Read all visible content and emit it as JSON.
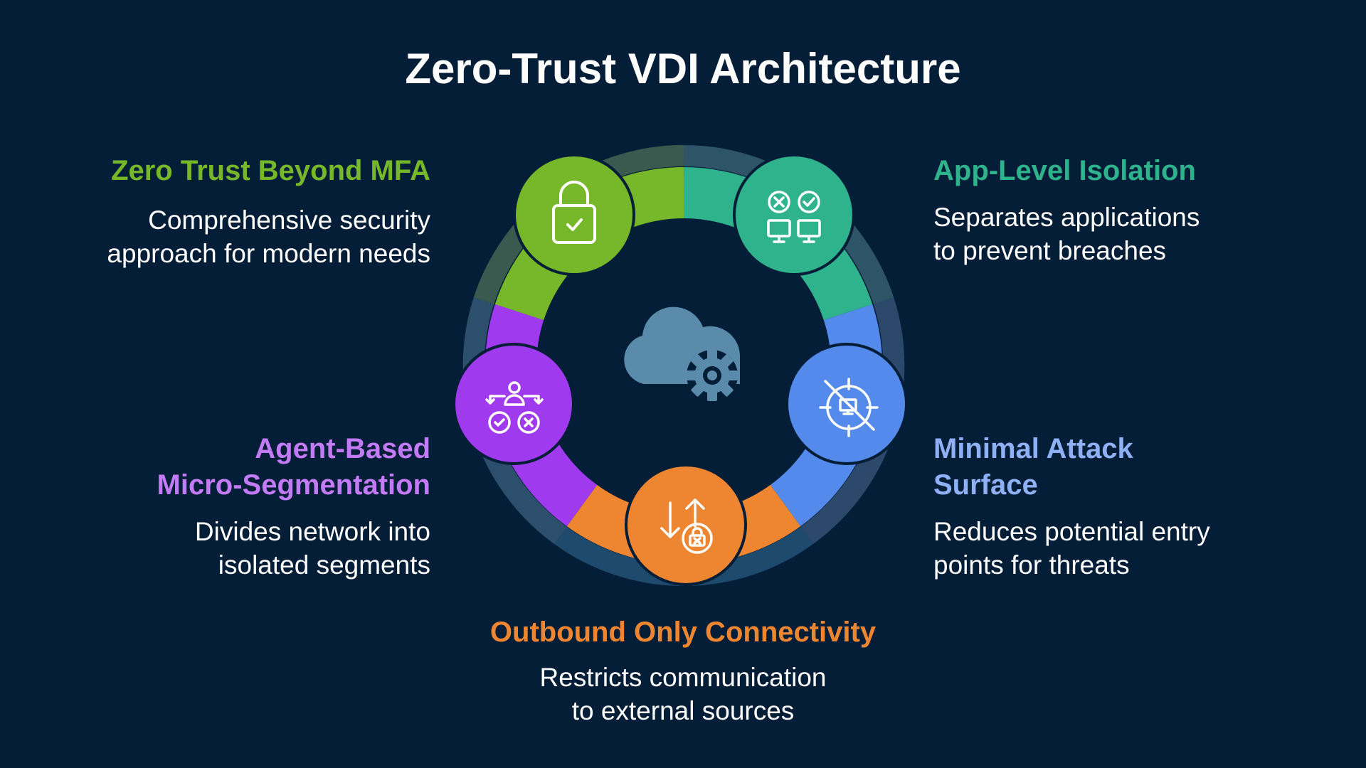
{
  "title": "Zero-Trust VDI Architecture",
  "center_icon": "cloud-gear-icon",
  "colors": {
    "background": "#041e37",
    "green": "#77b82a",
    "teal": "#2fb38c",
    "blue": "#548aeb",
    "orange": "#ee8631",
    "purple": "#a03aee",
    "cloud": "#5a8bab"
  },
  "items": [
    {
      "id": "zero-trust",
      "title": "Zero Trust Beyond MFA",
      "description_line1": "Comprehensive security",
      "description_line2": "approach for modern needs",
      "color": "#77b82a",
      "text_color": "#77b82a",
      "icon": "lock-check-icon"
    },
    {
      "id": "app-isolation",
      "title": "App-Level Isolation",
      "description_line1": "Separates applications",
      "description_line2": "to prevent breaches",
      "color": "#2fb38c",
      "text_color": "#2fb38c",
      "icon": "isolated-apps-icon"
    },
    {
      "id": "attack-surface",
      "title_line1": "Minimal Attack",
      "title_line2": "Surface",
      "description_line1": "Reduces potential entry",
      "description_line2": "points for threats",
      "color": "#548aeb",
      "text_color": "#8fb0f5",
      "icon": "target-off-icon"
    },
    {
      "id": "outbound",
      "title": "Outbound Only Connectivity",
      "description_line1": "Restricts communication",
      "description_line2": "to external sources",
      "color": "#ee8631",
      "text_color": "#ee8631",
      "icon": "outbound-lock-icon"
    },
    {
      "id": "micro-seg",
      "title_line1": "Agent-Based",
      "title_line2": "Micro-Segmentation",
      "description_line1": "Divides network into",
      "description_line2": "isolated segments",
      "color": "#a03aee",
      "text_color": "#c27af5",
      "icon": "segmentation-icon"
    }
  ]
}
